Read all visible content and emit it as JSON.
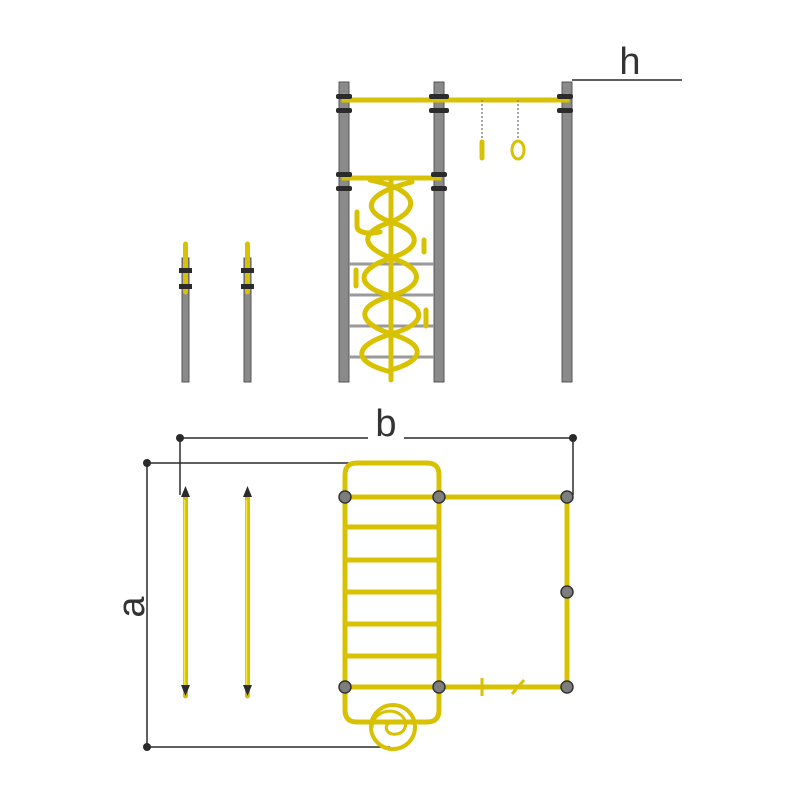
{
  "labels": {
    "height": "h",
    "width": "b",
    "depth": "a"
  },
  "colors": {
    "frame_yellow": "#d8c100",
    "post_gray": "#8a8a8a",
    "dimension_line": "#2a2a2a"
  }
}
